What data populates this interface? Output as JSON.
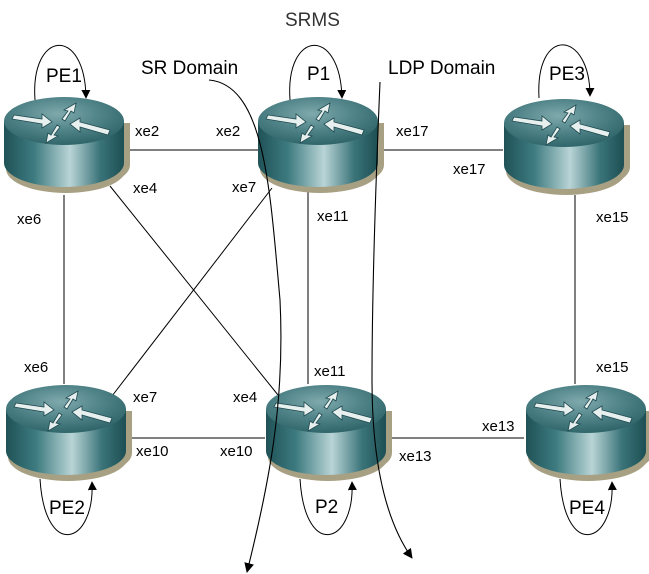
{
  "title": "SRMS",
  "domains": {
    "sr": "SR Domain",
    "ldp": "LDP Domain"
  },
  "routers": [
    {
      "id": "PE1",
      "label": "PE1"
    },
    {
      "id": "P1",
      "label": "P1"
    },
    {
      "id": "PE3",
      "label": "PE3"
    },
    {
      "id": "PE2",
      "label": "PE2"
    },
    {
      "id": "P2",
      "label": "P2"
    },
    {
      "id": "PE4",
      "label": "PE4"
    }
  ],
  "links": [
    {
      "a": "PE1",
      "a_if": "xe2",
      "b": "P1",
      "b_if": "xe2"
    },
    {
      "a": "P1",
      "a_if": "xe17",
      "b": "PE3",
      "b_if": "xe17"
    },
    {
      "a": "PE1",
      "a_if": "xe6",
      "b": "PE2",
      "b_if": "xe6"
    },
    {
      "a": "PE1",
      "a_if": "xe4",
      "b": "P2",
      "b_if": "xe4"
    },
    {
      "a": "P1",
      "a_if": "xe7",
      "b": "PE2",
      "b_if": "xe7"
    },
    {
      "a": "P1",
      "a_if": "xe11",
      "b": "P2",
      "b_if": "xe11"
    },
    {
      "a": "PE3",
      "a_if": "xe15",
      "b": "PE4",
      "b_if": "xe15"
    },
    {
      "a": "PE2",
      "a_if": "xe10",
      "b": "P2",
      "b_if": "xe10"
    },
    {
      "a": "P2",
      "a_if": "xe13",
      "b": "PE4",
      "b_if": "xe13"
    }
  ],
  "colors": {
    "router_body": "#2f6a70",
    "router_highlight": "#b8d6d8",
    "router_shadow": "#a8a083",
    "line": "#000000"
  }
}
